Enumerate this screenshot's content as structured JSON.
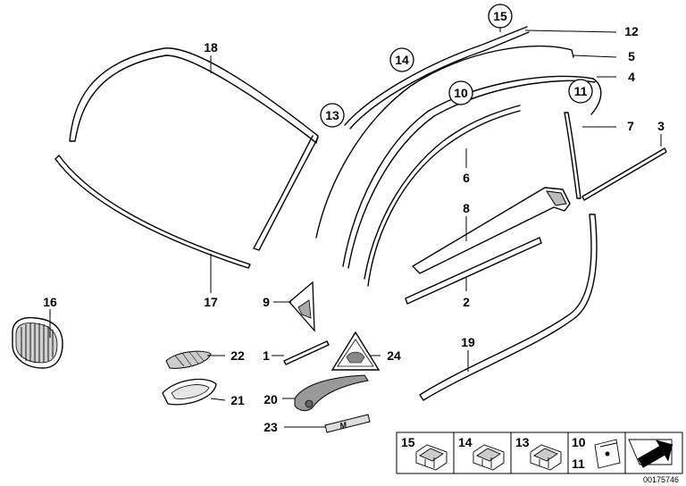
{
  "diagram": {
    "part_numbers": {
      "p1": "1",
      "p2": "2",
      "p3": "3",
      "p4": "4",
      "p5": "5",
      "p6": "6",
      "p7": "7",
      "p8": "8",
      "p9": "9",
      "p10": "10",
      "p11": "11",
      "p12": "12",
      "p13": "13",
      "p14": "14",
      "p15": "15",
      "p16": "16",
      "p17": "17",
      "p18": "18",
      "p19": "19",
      "p20": "20",
      "p21": "21",
      "p22": "22",
      "p23": "23",
      "p24": "24"
    },
    "legend": {
      "cell15": "15",
      "cell14": "14",
      "cell13": "13",
      "cell10": "10",
      "cell11": "11"
    },
    "badge_text": "M",
    "reference_code": "00175746"
  }
}
